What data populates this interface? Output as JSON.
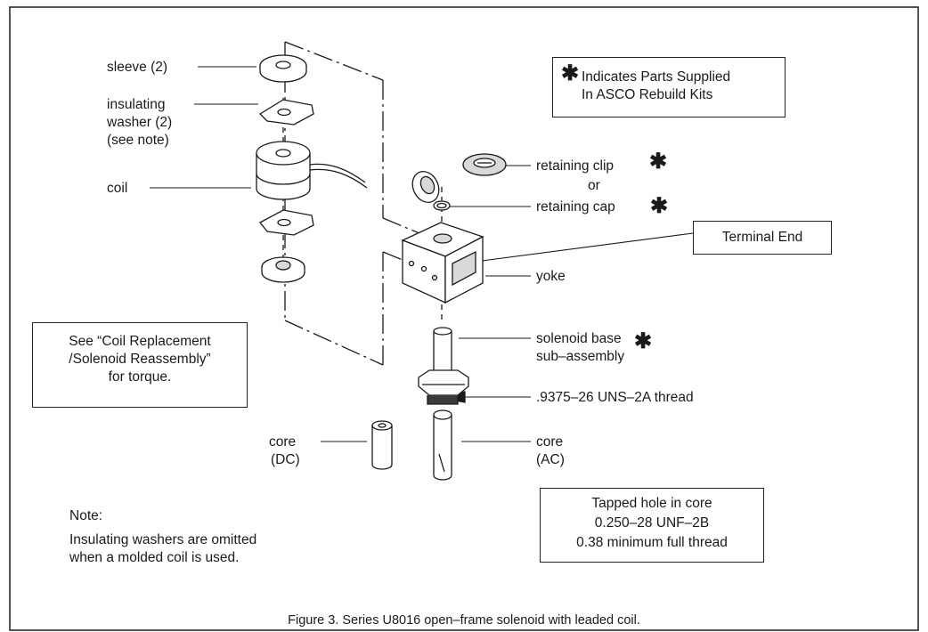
{
  "labels": {
    "sleeve": "sleeve (2)",
    "insulating_washer": [
      "insulating",
      "washer (2)",
      "(see note)"
    ],
    "coil": "coil",
    "retaining_clip": "retaining clip",
    "or": "or",
    "retaining_cap": "retaining cap",
    "terminal_end": "Terminal End",
    "yoke": "yoke",
    "solenoid_base": [
      "solenoid base",
      "sub–assembly"
    ],
    "thread": ".9375–26 UNS–2A thread",
    "core_dc": [
      "core",
      "(DC)"
    ],
    "core_ac": [
      "core",
      "(AC)"
    ],
    "star": "✱"
  },
  "legend_box": [
    "Indicates Parts Supplied",
    "In ASCO Rebuild Kits"
  ],
  "torque_box": [
    "See “Coil Replacement",
    "/Solenoid Reassembly”",
    "for torque."
  ],
  "tapped_box": [
    "Tapped hole in core",
    "0.250–28 UNF–2B",
    "0.38 minimum full thread"
  ],
  "note": {
    "title": "Note:",
    "lines": [
      "Insulating washers are omitted",
      "when a molded coil is used."
    ]
  },
  "caption": "Figure 3. Series U8016 open–frame solenoid with leaded coil.",
  "colors": {
    "ink": "#1a1a1a",
    "part_fill": "#ffffff",
    "shade": "#d9d9d9",
    "dark": "#3a3a3a"
  }
}
